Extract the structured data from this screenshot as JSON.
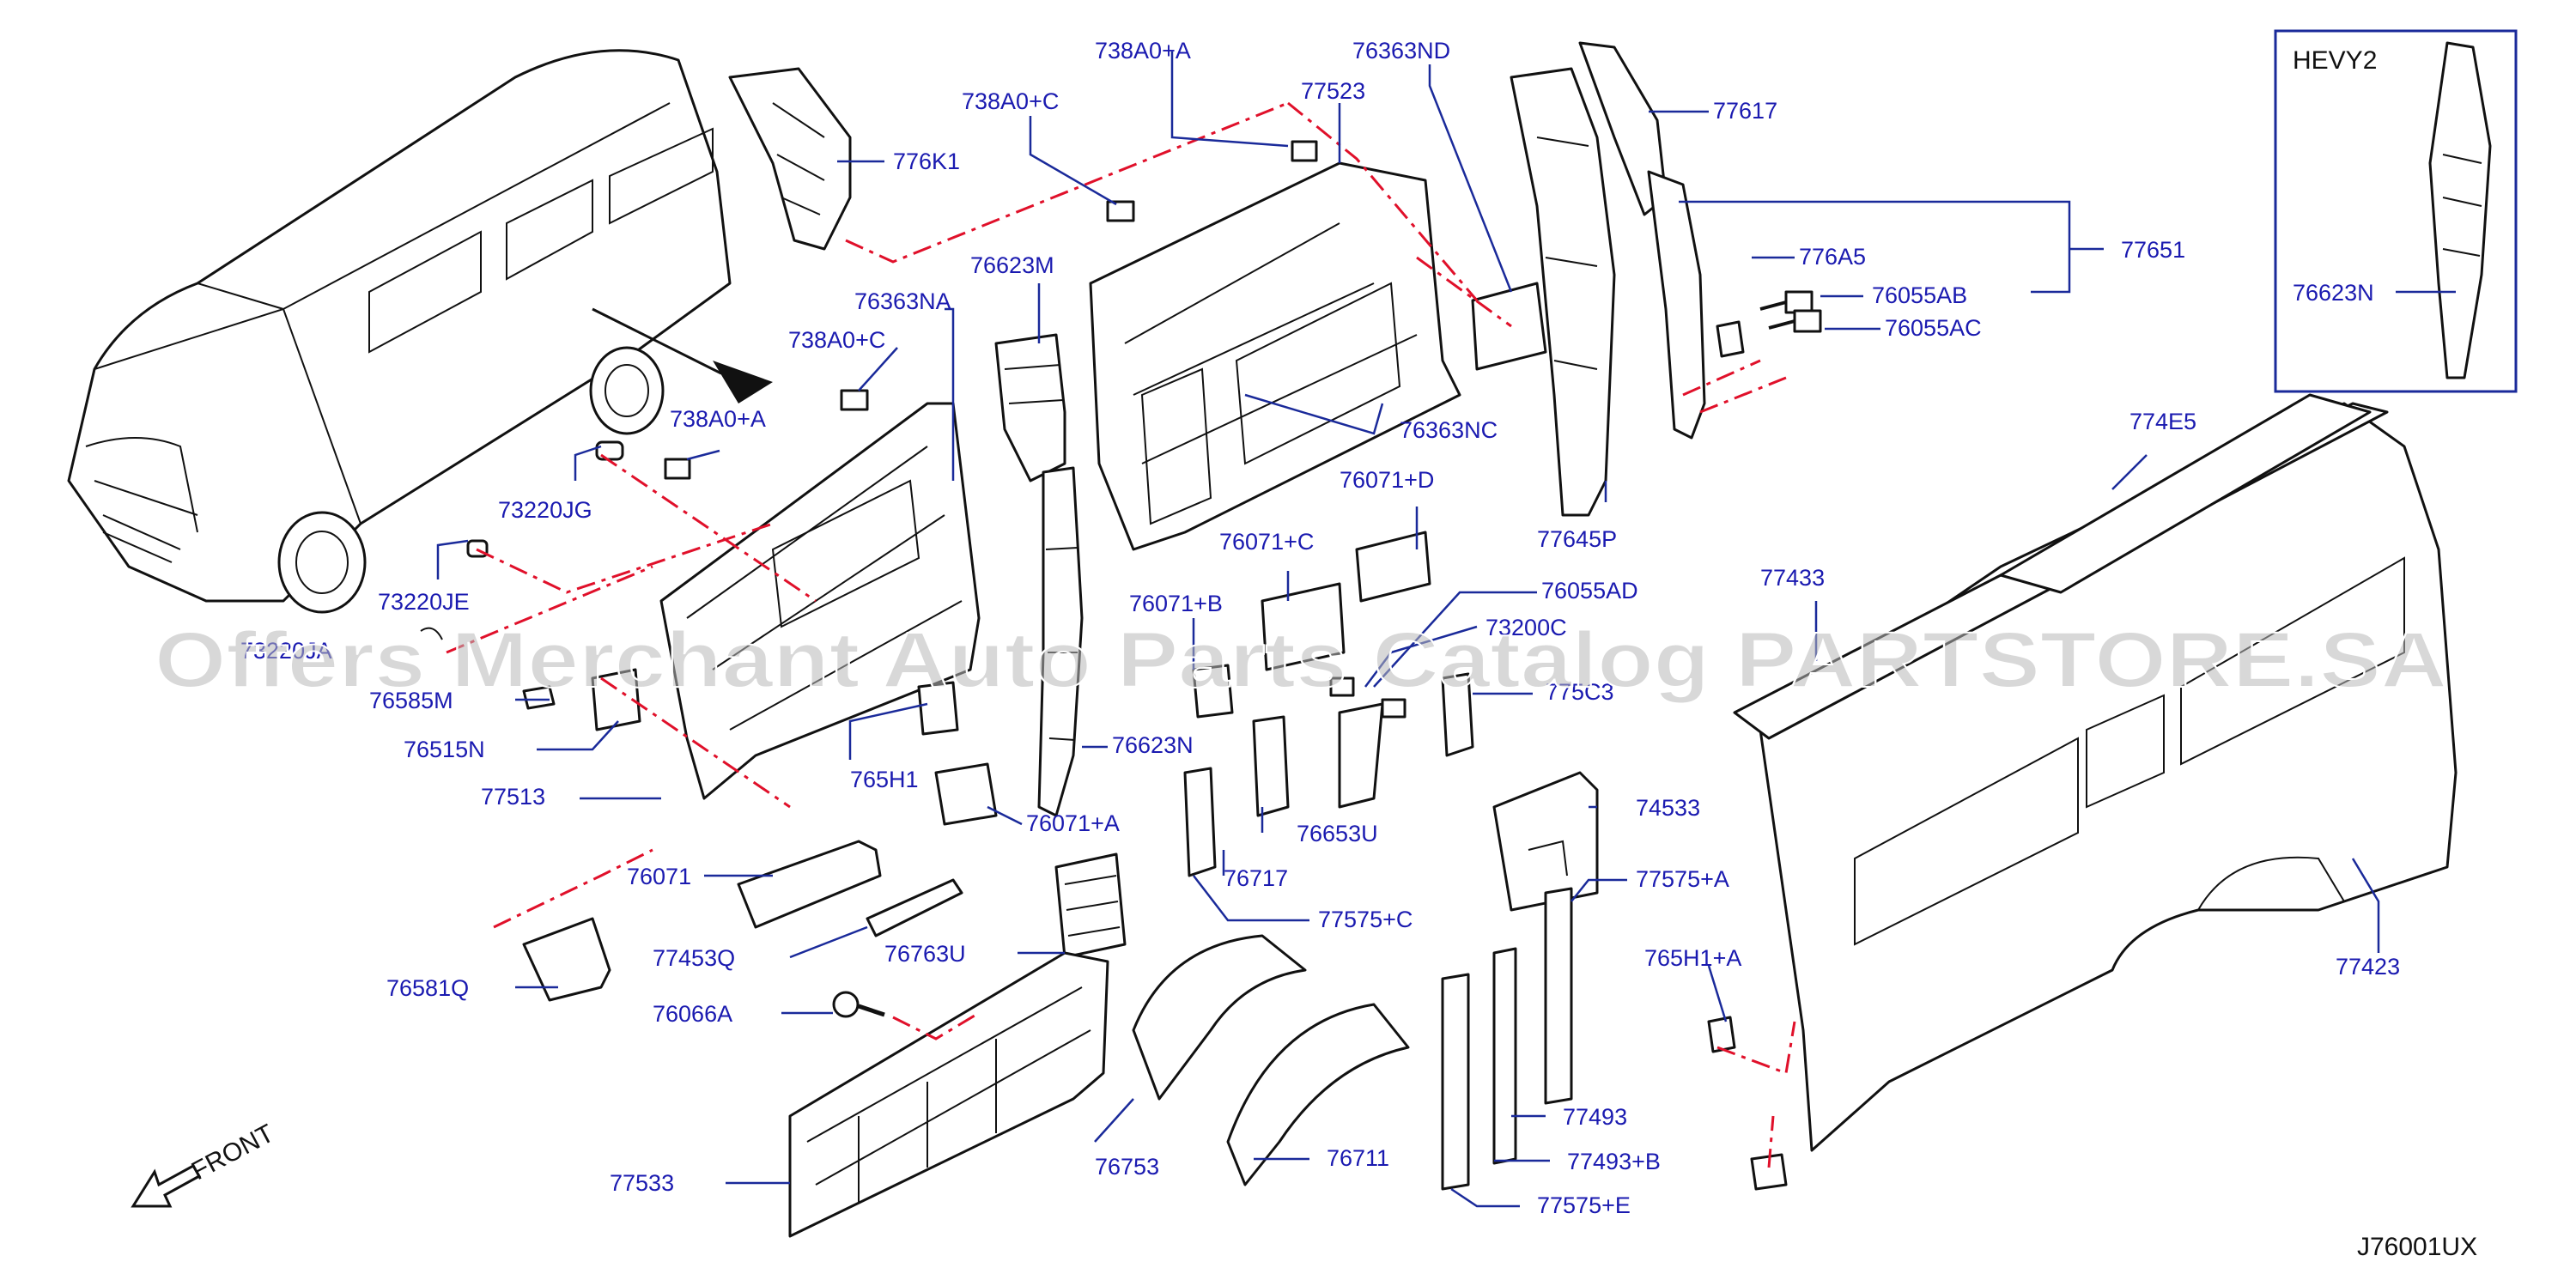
{
  "diagram_code": "J76001UX",
  "watermark": "Offers Merchant Auto Parts Catalog PARTSTORE.SA",
  "front_label": "FRONT",
  "inset": {
    "title": "HEVY2",
    "part_label": "76623N"
  },
  "colors": {
    "label": "#1a1ab0",
    "leader": "#1a2a9a",
    "dashed": "#e0102a",
    "lines": "#111111",
    "watermark": "#b8b8b8"
  },
  "labels": {
    "l776K1": "776K1",
    "l738A0_A_top": "738A0+A",
    "l738A0_C_top": "738A0+C",
    "l77523": "77523",
    "l76363ND": "76363ND",
    "l77617": "77617",
    "l77651": "77651",
    "l776A5": "776A5",
    "l76055AB": "76055AB",
    "l76055AC": "76055AC",
    "l76623M": "76623M",
    "l76363NA": "76363NA",
    "l738A0_C": "738A0+C",
    "l738A0_A": "738A0+A",
    "l76363NC": "76363NC",
    "l76071_D": "76071+D",
    "l77645P": "77645P",
    "l774E5": "774E5",
    "l73220JG": "73220JG",
    "l73220JE": "73220JE",
    "l73220JA": "73220JA",
    "l76071_C": "76071+C",
    "l76055AD": "76055AD",
    "l77433": "77433",
    "l76071_B": "76071+B",
    "l73200C": "73200C",
    "l76585M": "76585M",
    "l775C3": "775C3",
    "l76515N": "76515N",
    "l76623N": "76623N",
    "l765H1": "765H1",
    "l77513": "77513",
    "l76653U": "76653U",
    "l74533": "74533",
    "l76071_A": "76071+A",
    "l76717": "76717",
    "l76071": "76071",
    "l77575_A": "77575+A",
    "l77575_C": "77575+C",
    "l77453Q": "77453Q",
    "l76763U": "76763U",
    "l765H1_A": "765H1+A",
    "l77423": "77423",
    "l76581Q": "76581Q",
    "l76066A": "76066A",
    "l77493": "77493",
    "l77493_B": "77493+B",
    "l76753": "76753",
    "l76711": "76711",
    "l77533": "77533",
    "l77575_E": "77575+E"
  }
}
